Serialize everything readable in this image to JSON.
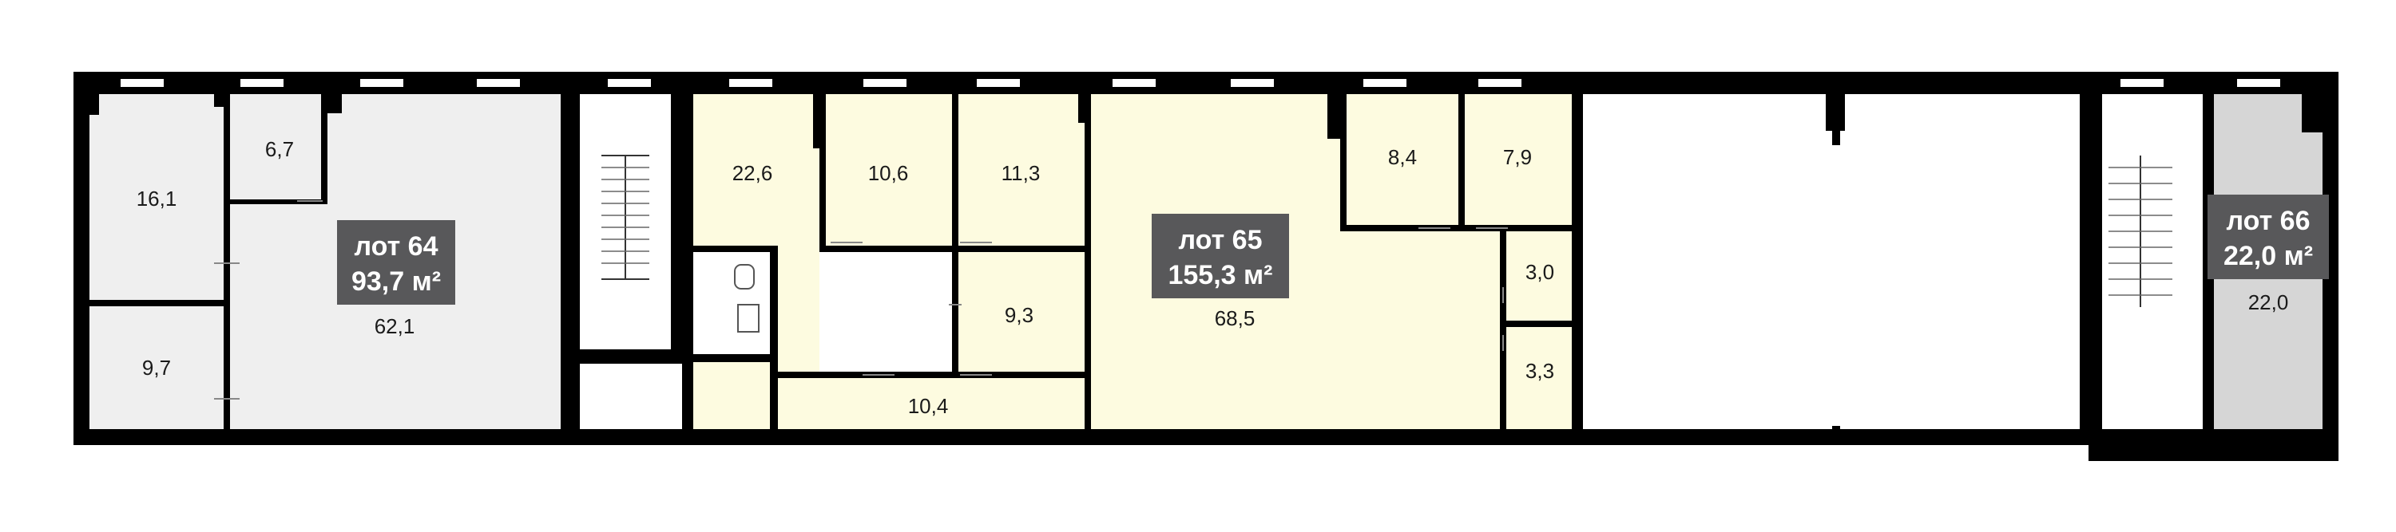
{
  "colors": {
    "wall": "#000000",
    "lot64": "#efefef",
    "lot65": "#fdfbe0",
    "lot66": "#d6d6d6",
    "badge": "#58585a"
  },
  "lots": {
    "lot64": {
      "name": "лот 64",
      "area": "93,7 м²"
    },
    "lot65": {
      "name": "лот 65",
      "area": "155,3 м²"
    },
    "lot66": {
      "name": "лот 66",
      "area": "22,0 м²"
    }
  },
  "rooms": {
    "r16_1": "16,1",
    "r6_7": "6,7",
    "r9_7": "9,7",
    "r62_1": "62,1",
    "r22_6": "22,6",
    "r10_6": "10,6",
    "r11_3": "11,3",
    "r9_3": "9,3",
    "r10_4": "10,4",
    "r68_5": "68,5",
    "r8_4": "8,4",
    "r7_9": "7,9",
    "r3_0": "3,0",
    "r3_3": "3,3",
    "r22_0": "22,0"
  }
}
